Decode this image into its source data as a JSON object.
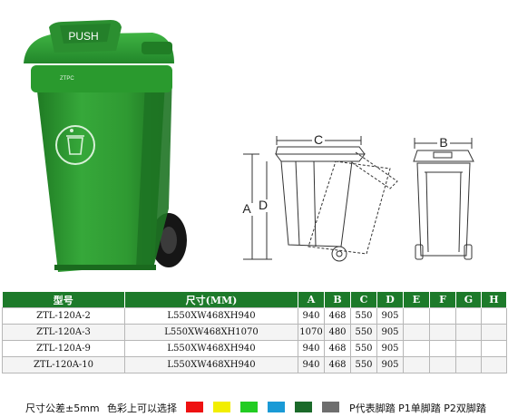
{
  "figure": {
    "lid_label": "PUSH",
    "brand_label": "ZTPC",
    "side_view_labels": {
      "width": "C",
      "height_a": "A",
      "height_d": "D"
    },
    "front_view_labels": {
      "width": "B"
    }
  },
  "table": {
    "headers": [
      "型号",
      "尺寸(MM)",
      "A",
      "B",
      "C",
      "D",
      "E",
      "F",
      "G",
      "H"
    ],
    "rows": [
      [
        "ZTL-120A-2",
        "L550XW468XH940",
        "940",
        "468",
        "550",
        "905",
        "",
        "",
        "",
        ""
      ],
      [
        "ZTL-120A-3",
        "L550XW468XH1070",
        "1070",
        "480",
        "550",
        "905",
        "",
        "",
        "",
        ""
      ],
      [
        "ZTL-120A-9",
        "L550XW468XH940",
        "940",
        "468",
        "550",
        "905",
        "",
        "",
        "",
        ""
      ],
      [
        "ZTL-120A-10",
        "L550XW468XH940",
        "940",
        "468",
        "550",
        "905",
        "",
        "",
        "",
        ""
      ]
    ]
  },
  "footer": {
    "tolerance": "尺寸公差±5mm",
    "color_label": "色彩上可以选择",
    "color_options": [
      "#ee1111",
      "#f2ee00",
      "#22cc22",
      "#1a9ad6",
      "#1b6a2a",
      "#6e6e6e"
    ],
    "pedal_note": "P代表脚踏 P1单脚踏 P2双脚踏"
  },
  "colors": {
    "bin_green": "#2f9a32",
    "header_green": "#1d7a2a"
  }
}
